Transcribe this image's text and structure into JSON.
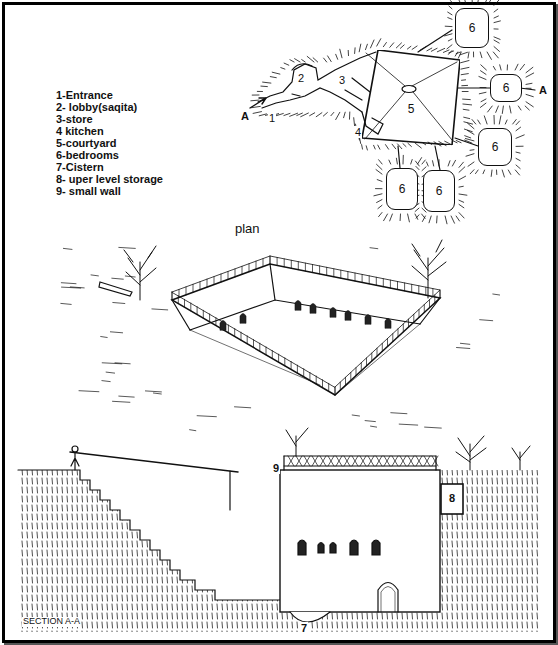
{
  "diagram": {
    "nodes": [
      {
        "text": [
          "5"
        ]
      },
      {
        "text": [
          "6"
        ]
      },
      {
        "text": [
          "6"
        ]
      },
      {
        "text": [
          "6"
        ]
      },
      {
        "text": [
          "6"
        ]
      },
      {
        "text": [
          "6"
        ]
      }
    ],
    "labels": [
      "1-Entrance",
      "2- lobby(saqita)",
      "3-store",
      "4 kitchen",
      "5-courtyard",
      "6-bedrooms",
      "7-Cistern",
      "8- uper level storage",
      "9- small wall",
      "plan",
      "A",
      "1",
      "2",
      "3",
      "4",
      "A",
      "9",
      "8",
      "7",
      "SECTION A-A"
    ]
  }
}
